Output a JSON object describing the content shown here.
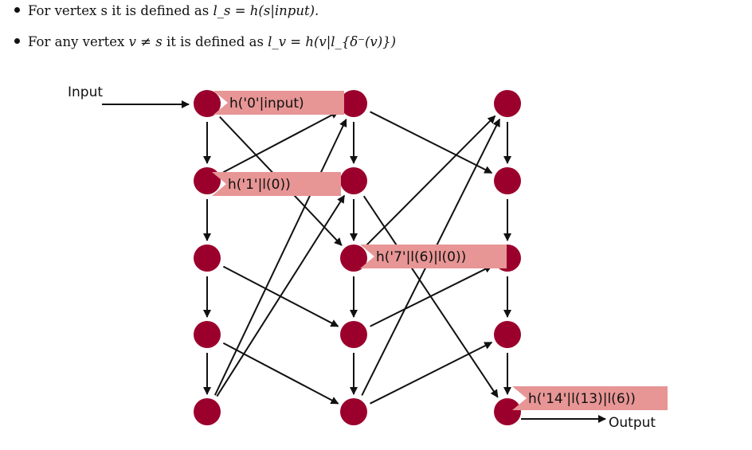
{
  "bullets": [
    {
      "prefix": "For vertex s it is defined as",
      "math": "l_s = h(s|input)."
    },
    {
      "prefix": "For any vertex",
      "math": "v ≠ s",
      "middle": "it is defined as",
      "math2": "l_v = h(v|l_{δ⁻(v)})"
    }
  ],
  "diagram": {
    "input_label": "Input",
    "output_label": "Output",
    "node_color": "#9b002c",
    "tag_color": "#e79595",
    "tags": [
      "h('0'|input)",
      "h('1'|l(0))",
      "h('7'|l(6)|l(0))",
      "h('14'|l(13)|l(6))"
    ]
  }
}
